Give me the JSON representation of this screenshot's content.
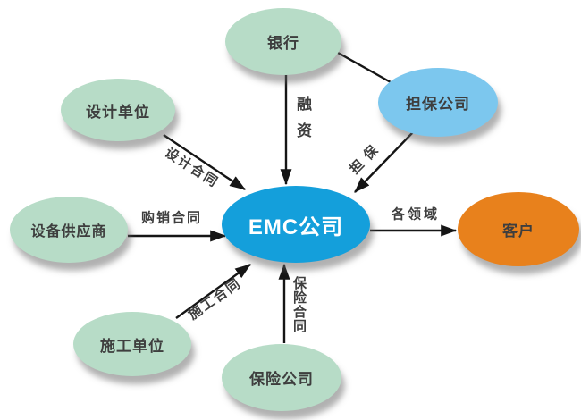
{
  "nodes": {
    "bank": {
      "label": "银行",
      "fill": "#b7dcc7"
    },
    "guarantee_company": {
      "label": "担保公司",
      "fill": "#7cc7ee"
    },
    "design_unit": {
      "label": "设计单位",
      "fill": "#b7dcc7"
    },
    "equipment_supplier": {
      "label": "设备供应商",
      "fill": "#b7dcc7"
    },
    "construction_unit": {
      "label": "施工单位",
      "fill": "#b7dcc7"
    },
    "insurance_company": {
      "label": "保险公司",
      "fill": "#b7dcc7"
    },
    "emc_company": {
      "label": "EMC公司",
      "fill": "#149fdb",
      "text_color": "#ffffff"
    },
    "customer": {
      "label": "客户",
      "fill": "#e8811c"
    }
  },
  "edges": {
    "financing": {
      "from": "银行",
      "to": "EMC公司",
      "label": "融资",
      "arrow": true
    },
    "guarantee": {
      "from": "担保公司",
      "to": "EMC公司",
      "label": "担保",
      "arrow": true
    },
    "design_contract": {
      "from": "设计单位",
      "to": "EMC公司",
      "label": "设计合同",
      "arrow": true
    },
    "purchase_contract": {
      "from": "设备供应商",
      "to": "EMC公司",
      "label": "购销合同",
      "arrow": true
    },
    "construction_contract": {
      "from": "施工单位",
      "to": "EMC公司",
      "label": "施工合同",
      "arrow": true
    },
    "insurance_contract": {
      "from": "保险公司",
      "to": "EMC公司",
      "label": "保险合同",
      "arrow": true
    },
    "service_fields": {
      "from": "EMC公司",
      "to": "客户",
      "label": "各领域",
      "arrow": true
    },
    "bank_guarantee_link": {
      "from": "银行",
      "to": "担保公司",
      "label": "",
      "arrow": false
    }
  },
  "style": {
    "background": "#ffffff",
    "line_color": "#151515",
    "label_text_color": "#3e3e3e",
    "node_green": "#b7dcc7",
    "node_light_blue": "#7cc7ee",
    "node_center_blue": "#149fdb",
    "node_orange": "#e8811c"
  }
}
